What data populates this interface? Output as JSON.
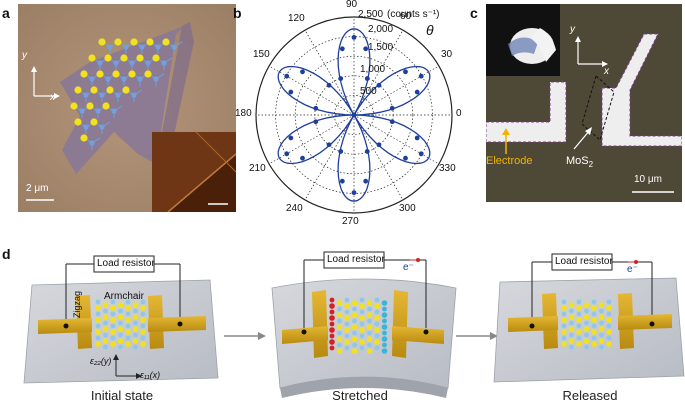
{
  "panels": {
    "a": {
      "letter": "a",
      "axis_x": "x",
      "axis_y": "y",
      "scale_bar": "2 μm"
    },
    "b": {
      "letter": "b",
      "theta_symbol": "θ",
      "radial_unit": "(counts s⁻¹)",
      "radial_ticks": [
        "500",
        "1,000",
        "1,500",
        "2,000",
        "2,500"
      ],
      "angle_labels": [
        "0",
        "30",
        "60",
        "90",
        "120",
        "150",
        "180",
        "210",
        "240",
        "270",
        "300",
        "330"
      ]
    },
    "c": {
      "letter": "c",
      "axis_x": "x",
      "axis_y": "y",
      "electrode_label": "Electrode",
      "material_label": "MoS",
      "material_subscript": "2",
      "scale_bar": "10 μm"
    },
    "d": {
      "letter": "d",
      "load_resistor": "Load resistor",
      "armchair": "Armchair",
      "zigzag": "Zigzag",
      "strain_y": "ε₂₂(y)",
      "strain_x": "ε₁₁(x)",
      "electron": "e⁻",
      "states": [
        "Initial state",
        "Stretched",
        "Released"
      ]
    }
  },
  "colors": {
    "flake_bg": "#a88a6e",
    "flake": "#8f7d93",
    "yellow_atom": "#f2e21c",
    "blue_atom": "#6fa2e0",
    "polar_curve": "#1f3f9c",
    "electrode_gold": "#d6a51d",
    "substrate": "#c9ccd2",
    "accent_orange": "#f0b400",
    "red": "#d42020"
  }
}
